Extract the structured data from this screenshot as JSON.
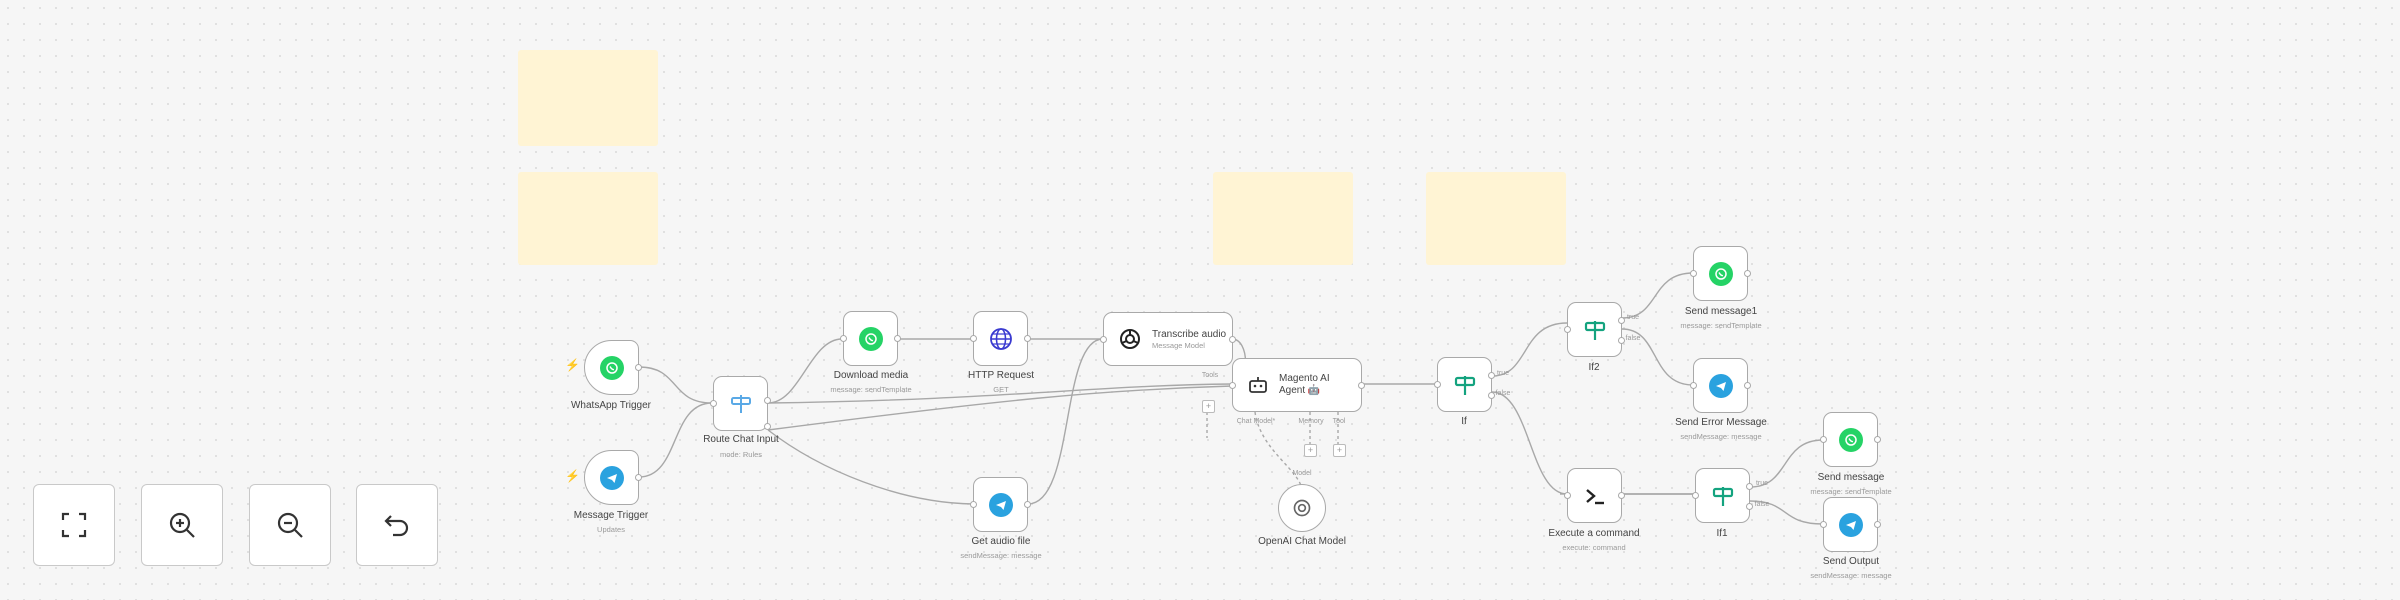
{
  "canvas": {
    "nodes": {
      "whatsapp_trigger": {
        "label": "WhatsApp Trigger"
      },
      "message_trigger": {
        "label": "Message Trigger",
        "sub": "Updates"
      },
      "route_chat_input": {
        "label": "Route Chat Input",
        "sub": "mode: Rules"
      },
      "download_media": {
        "label": "Download media",
        "sub": "message: sendTemplate"
      },
      "http_request": {
        "label": "HTTP Request",
        "sub": "GET"
      },
      "transcribe_audio": {
        "label": "Transcribe audio",
        "sub": "Message Model"
      },
      "get_audio_file": {
        "label": "Get audio file",
        "sub": "sendMessage: message"
      },
      "magento_agent": {
        "label": "Magento AI Agent 🤖"
      },
      "openai_chat_model": {
        "label": "OpenAI Chat Model"
      },
      "if": {
        "label": "If"
      },
      "if2": {
        "label": "If2"
      },
      "if1": {
        "label": "If1"
      },
      "send_message1": {
        "label": "Send message1",
        "sub": "message: sendTemplate"
      },
      "send_error_message": {
        "label": "Send Error Message",
        "sub": "sendMessage: message"
      },
      "execute_command": {
        "label": "Execute a command",
        "sub": "execute: command"
      },
      "send_message": {
        "label": "Send message",
        "sub": "message: sendTemplate"
      },
      "send_output": {
        "label": "Send Output",
        "sub": "sendMessage: message"
      }
    },
    "agent_ports": {
      "chat_model": "Chat Model*",
      "memory": "Memory",
      "tool": "Tool"
    },
    "transcribe_ports": {
      "tools": "Tools"
    },
    "openai_port": {
      "model": "Model"
    },
    "branch": {
      "true": "true",
      "false": "false"
    }
  },
  "controls": {
    "fit_view": {
      "icon": "fit-view-icon"
    },
    "zoom_in": {
      "icon": "zoom-in-icon"
    },
    "zoom_out": {
      "icon": "zoom-out-icon"
    },
    "reset": {
      "icon": "undo-icon"
    }
  },
  "colors": {
    "whatsapp": "#25d366",
    "telegram": "#2aa2df",
    "router": "#14a37f",
    "sticky": "#fff4d4",
    "trigger_bolt": "#ff6d5a"
  }
}
